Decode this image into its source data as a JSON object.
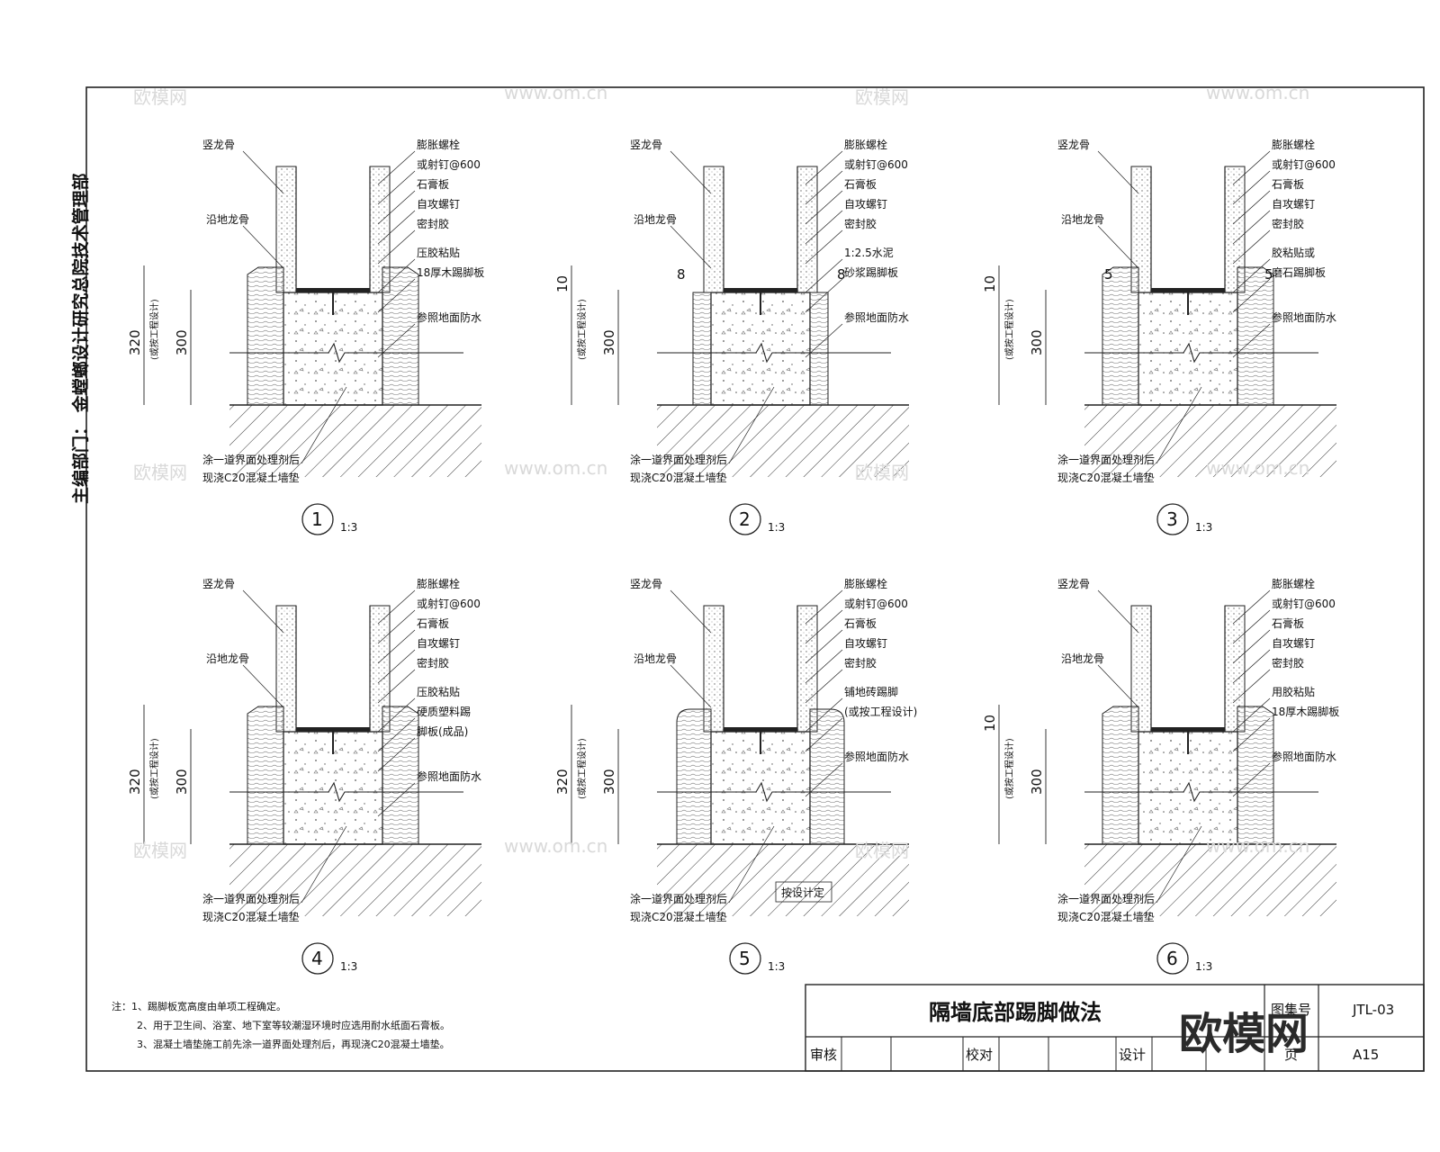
{
  "sidebar": {
    "department_text": "主编部门： 金螳螂设计研究总院技术管理部"
  },
  "details": [
    {
      "number": "1",
      "scale": "1:3",
      "left_labels": [
        "竖龙骨",
        "沿地龙骨"
      ],
      "right_labels": [
        "膨胀螺栓",
        "或射钉@600",
        "石膏板",
        "自攻螺钉",
        "密封胶",
        "压胶粘贴",
        "18厚木踢脚板",
        "参照地面防水"
      ],
      "bottom_labels": [
        "涂一道界面处理剂后",
        "现浇C20混凝土墙垫"
      ],
      "dims": {
        "outer": "320",
        "outer_note": "(或按工程设计)",
        "inner": "300",
        "small": ""
      }
    },
    {
      "number": "2",
      "scale": "1:3",
      "left_labels": [
        "竖龙骨",
        "沿地龙骨"
      ],
      "right_labels": [
        "膨胀螺栓",
        "或射钉@600",
        "石膏板",
        "自攻螺钉",
        "密封胶",
        "1:2.5水泥",
        "砂浆踢脚板",
        "参照地面防水"
      ],
      "bottom_labels": [
        "涂一道界面处理剂后",
        "现浇C20混凝土墙垫"
      ],
      "dims": {
        "outer": "",
        "outer_note": "(或按工程设计)",
        "inner": "300",
        "small": "10",
        "gap": "8"
      }
    },
    {
      "number": "3",
      "scale": "1:3",
      "left_labels": [
        "竖龙骨",
        "沿地龙骨"
      ],
      "right_labels": [
        "膨胀螺栓",
        "或射钉@600",
        "石膏板",
        "自攻螺钉",
        "密封胶",
        "胶粘贴或",
        "磨石踢脚板",
        "参照地面防水"
      ],
      "bottom_labels": [
        "涂一道界面处理剂后",
        "现浇C20混凝土墙垫"
      ],
      "dims": {
        "outer": "",
        "outer_note": "(或按工程设计)",
        "inner": "300",
        "small": "10",
        "gap": "5"
      }
    },
    {
      "number": "4",
      "scale": "1:3",
      "left_labels": [
        "竖龙骨",
        "沿地龙骨"
      ],
      "right_labels": [
        "膨胀螺栓",
        "或射钉@600",
        "石膏板",
        "自攻螺钉",
        "密封胶",
        "压胶粘贴",
        "硬质塑料踢",
        "脚板(成品)",
        "参照地面防水"
      ],
      "bottom_labels": [
        "涂一道界面处理剂后",
        "现浇C20混凝土墙垫"
      ],
      "dims": {
        "outer": "320",
        "outer_note": "(或按工程设计)",
        "inner": "300",
        "small": ""
      }
    },
    {
      "number": "5",
      "scale": "1:3",
      "left_labels": [
        "竖龙骨",
        "沿地龙骨"
      ],
      "right_labels": [
        "膨胀螺栓",
        "或射钉@600",
        "石膏板",
        "自攻螺钉",
        "密封胶",
        "铺地砖踢脚",
        "(或按工程设计)",
        "参照地面防水"
      ],
      "bottom_labels": [
        "涂一道界面处理剂后",
        "现浇C20混凝土墙垫"
      ],
      "extra_label": "按设计定",
      "dims": {
        "outer": "320",
        "outer_note": "(或按工程设计)",
        "inner": "300",
        "small": ""
      }
    },
    {
      "number": "6",
      "scale": "1:3",
      "left_labels": [
        "竖龙骨",
        "沿地龙骨"
      ],
      "right_labels": [
        "膨胀螺栓",
        "或射钉@600",
        "石膏板",
        "自攻螺钉",
        "密封胶",
        "用胶粘贴",
        "18厚木踢脚板",
        "参照地面防水"
      ],
      "bottom_labels": [
        "涂一道界面处理剂后",
        "现浇C20混凝土墙垫"
      ],
      "dims": {
        "outer": "",
        "outer_note": "(或按工程设计)",
        "inner": "300",
        "small": "10"
      }
    }
  ],
  "notes": [
    "注：1、踢脚板宽高度由单项工程确定。",
    "2、用于卫生间、浴室、地下室等较潮湿环境时应选用耐水纸面石膏板。",
    "3、混凝土墙垫施工前先涂一道界面处理剂后，再现浇C20混凝土墙垫。"
  ],
  "title_block": {
    "title": "隔墙底部踢脚做法",
    "atlas_label": "图集号",
    "atlas_value": "JTL-03",
    "page_label": "页",
    "page_value": "A15",
    "review_label": "审核",
    "check_label": "校对",
    "design_label": "设计"
  },
  "watermark": {
    "text": "欧模网",
    "url": "www.om.cn",
    "big": "欧模网"
  }
}
